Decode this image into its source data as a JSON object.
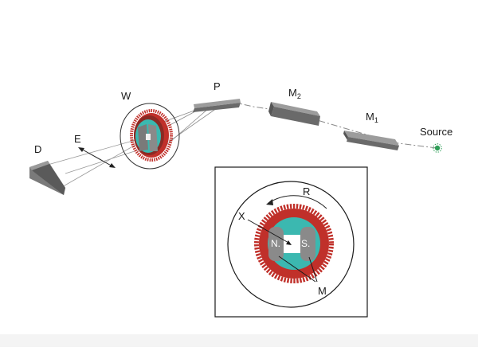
{
  "labels": {
    "source": "Source",
    "m1_main": "M",
    "m1_sub": "1",
    "m2_main": "M",
    "m2_sub": "2",
    "p": "P",
    "w": "W",
    "d": "D",
    "e": "E",
    "inset_r": "R",
    "inset_x": "X",
    "inset_n": "N.",
    "inset_s": "S.",
    "inset_m": "M"
  },
  "colors": {
    "gear_red": "#c0302a",
    "cyan": "#3bb8b0",
    "component_gray": "#707070",
    "magnet_gray": "#8a8a8a",
    "source_green": "#2f9e57"
  }
}
